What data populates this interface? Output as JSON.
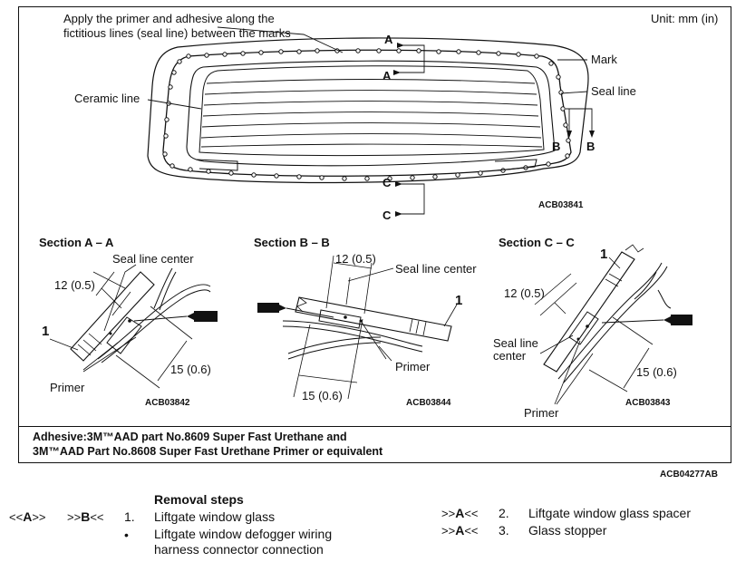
{
  "top": {
    "instruction_line1": "Apply the primer and adhesive along the",
    "instruction_line2": "fictitious lines (seal line) between the marks",
    "unit": "Unit: mm (in)",
    "mark_label": "Mark",
    "seal_line_label": "Seal line",
    "ceramic_line_label": "Ceramic line",
    "code": "ACB03841",
    "letters": {
      "a": "A",
      "b": "B",
      "c": "C"
    }
  },
  "section_a": {
    "title": "Section A – A",
    "seal_line_center": "Seal line center",
    "dim_1": "12 (0.5)",
    "dim_2": "15 (0.6)",
    "number": "1",
    "primer": "Primer",
    "code": "ACB03842"
  },
  "section_b": {
    "title": "Section B – B",
    "seal_line_center": "Seal line center",
    "dim_1": "12 (0.5)",
    "dim_2": "15 (0.6)",
    "number": "1",
    "primer": "Primer",
    "code": "ACB03844"
  },
  "section_c": {
    "title": "Section C – C",
    "seal_line_center_1": "Seal line",
    "seal_line_center_2": "center",
    "dim_1": "12 (0.5)",
    "dim_2": "15 (0.6)",
    "number": "1",
    "primer": "Primer",
    "code": "ACB03843"
  },
  "adhesive": {
    "line1": "Adhesive:3M™AAD part No.8609 Super Fast Urethane and",
    "line2": "3M™AAD Part No.8608 Super Fast Urethane Primer or equivalent"
  },
  "figure_code": "ACB04277AB",
  "removal": {
    "heading": "Removal steps",
    "steps": [
      {
        "pre_open": "<<",
        "pre_letter": "A",
        "pre_close": ">>",
        "post_open": ">>",
        "post_letter": "B",
        "post_close": "<<",
        "num": "1.",
        "text": "Liftgate window glass"
      },
      {
        "bullet": "•",
        "text_line1": "Liftgate window defogger wiring",
        "text_line2": "harness connector connection"
      },
      {
        "post_open": ">>",
        "post_letter": "A",
        "post_close": "<<",
        "num": "2.",
        "text": "Liftgate window glass spacer"
      },
      {
        "post_open": ">>",
        "post_letter": "A",
        "post_close": "<<",
        "num": "3.",
        "text": "Glass stopper"
      }
    ]
  },
  "colors": {
    "line": "#111111",
    "background": "#ffffff"
  }
}
